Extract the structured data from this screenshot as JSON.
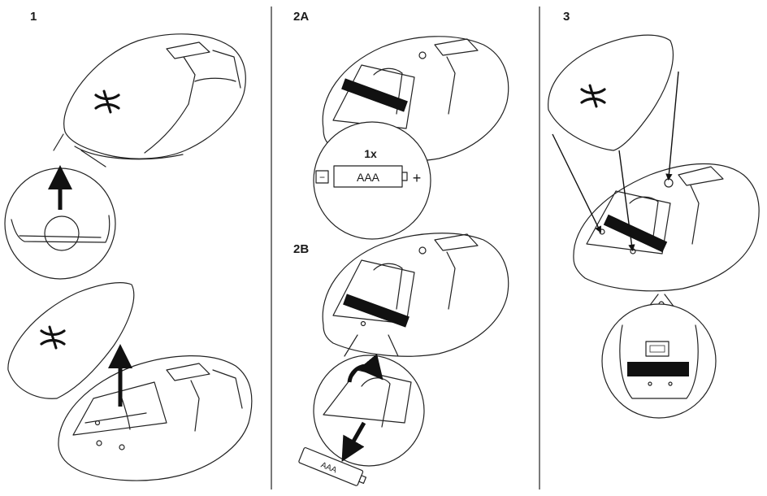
{
  "steps": {
    "step1": {
      "label": "1"
    },
    "step2a": {
      "label": "2A"
    },
    "step2b": {
      "label": "2B"
    },
    "step3": {
      "label": "3"
    }
  },
  "battery_callout": {
    "quantity": "1x",
    "battery_type": "AAA",
    "minus_symbol": "−",
    "plus_symbol": "+"
  },
  "battery_2b": {
    "battery_type": "AAA"
  },
  "brand_logo": "hyperx-logo-icon",
  "colors": {
    "line": "#222222",
    "fill": "#ffffff",
    "battery_strip": "#111111"
  }
}
